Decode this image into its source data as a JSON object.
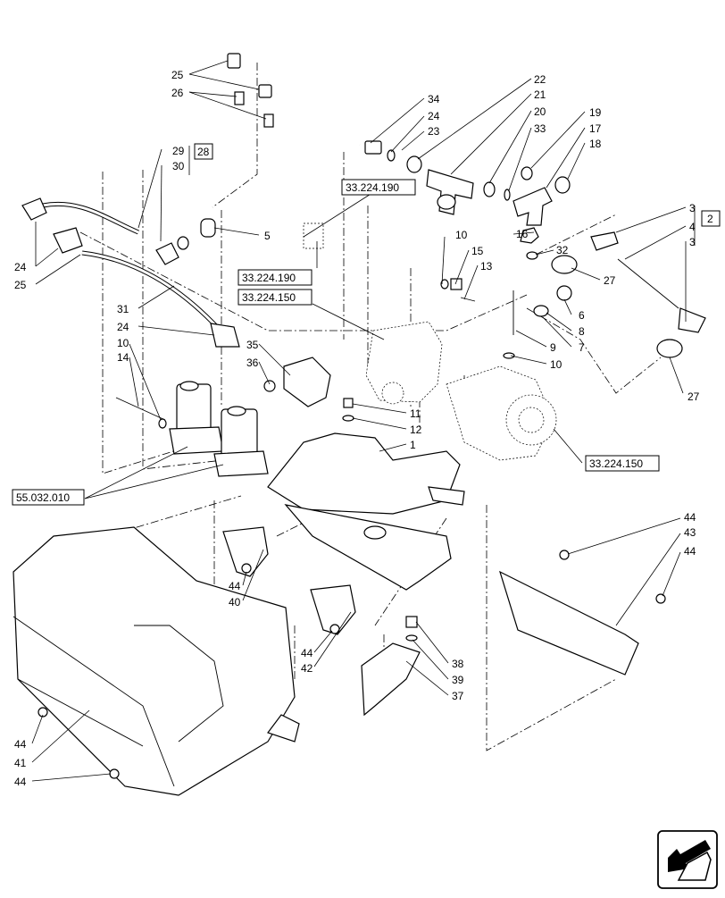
{
  "callouts": [
    "25",
    "26",
    "34",
    "24",
    "23",
    "22",
    "21",
    "20",
    "33",
    "19",
    "17",
    "18",
    "29",
    "30",
    "28",
    "5",
    "3",
    "2",
    "4",
    "3",
    "24",
    "25",
    "16",
    "32",
    "27",
    "10",
    "15",
    "13",
    "31",
    "24",
    "6",
    "8",
    "7",
    "9",
    "10",
    "35",
    "36",
    "10",
    "14",
    "11",
    "12",
    "1",
    "27",
    "55.032.010",
    "44",
    "43",
    "44",
    "44",
    "40",
    "44",
    "42",
    "38",
    "39",
    "37",
    "44",
    "41",
    "44"
  ],
  "refs": [
    "33.224.190",
    "33.224.190",
    "33.224.150",
    "33.224.150",
    "55.032.010"
  ],
  "nav": {
    "icon": "next-page-arrow-icon"
  }
}
